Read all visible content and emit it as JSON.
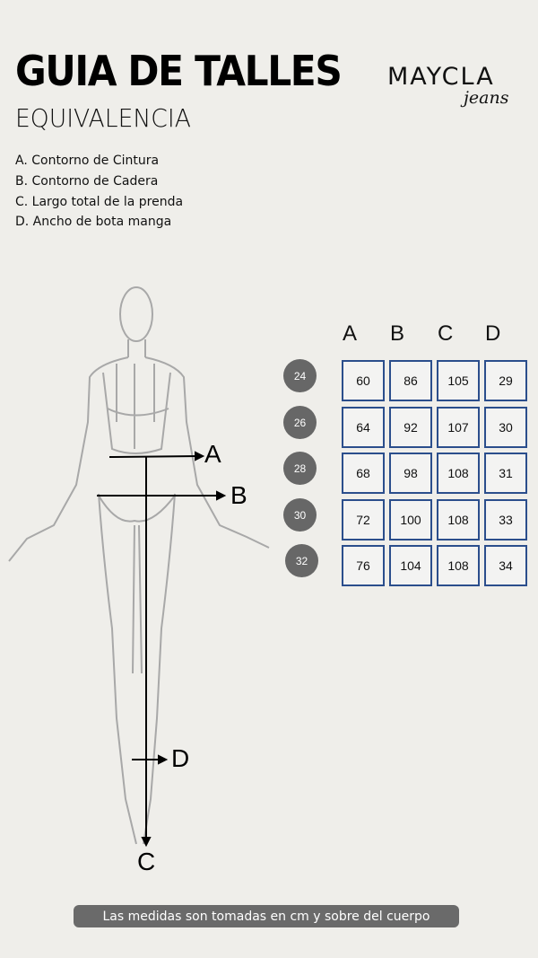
{
  "header": {
    "title": "GUIA DE TALLES",
    "subtitle": "EQUIVALENCIA"
  },
  "logo": {
    "brand": "MAYCLA",
    "tagline": "jeans"
  },
  "legend": [
    "A. Contorno de Cintura",
    "B. Contorno de Cadera",
    "C. Largo total de la prenda",
    "D. Ancho de bota manga"
  ],
  "table": {
    "columns": [
      "A",
      "B",
      "C",
      "D"
    ],
    "rows": [
      {
        "size": "24",
        "values": [
          "60",
          "86",
          "105",
          "29"
        ]
      },
      {
        "size": "26",
        "values": [
          "64",
          "92",
          "107",
          "30"
        ]
      },
      {
        "size": "28",
        "values": [
          "68",
          "98",
          "108",
          "31"
        ]
      },
      {
        "size": "30",
        "values": [
          "72",
          "100",
          "108",
          "33"
        ]
      },
      {
        "size": "32",
        "values": [
          "76",
          "104",
          "108",
          "34"
        ]
      }
    ]
  },
  "figure_labels": {
    "a": "A",
    "b": "B",
    "c": "C",
    "d": "D"
  },
  "footer_note": "Las medidas son tomadas en cm y sobre del cuerpo",
  "colors": {
    "cell_border": "#2b4e8c",
    "badge": "#676767",
    "background": "#efeeea"
  }
}
